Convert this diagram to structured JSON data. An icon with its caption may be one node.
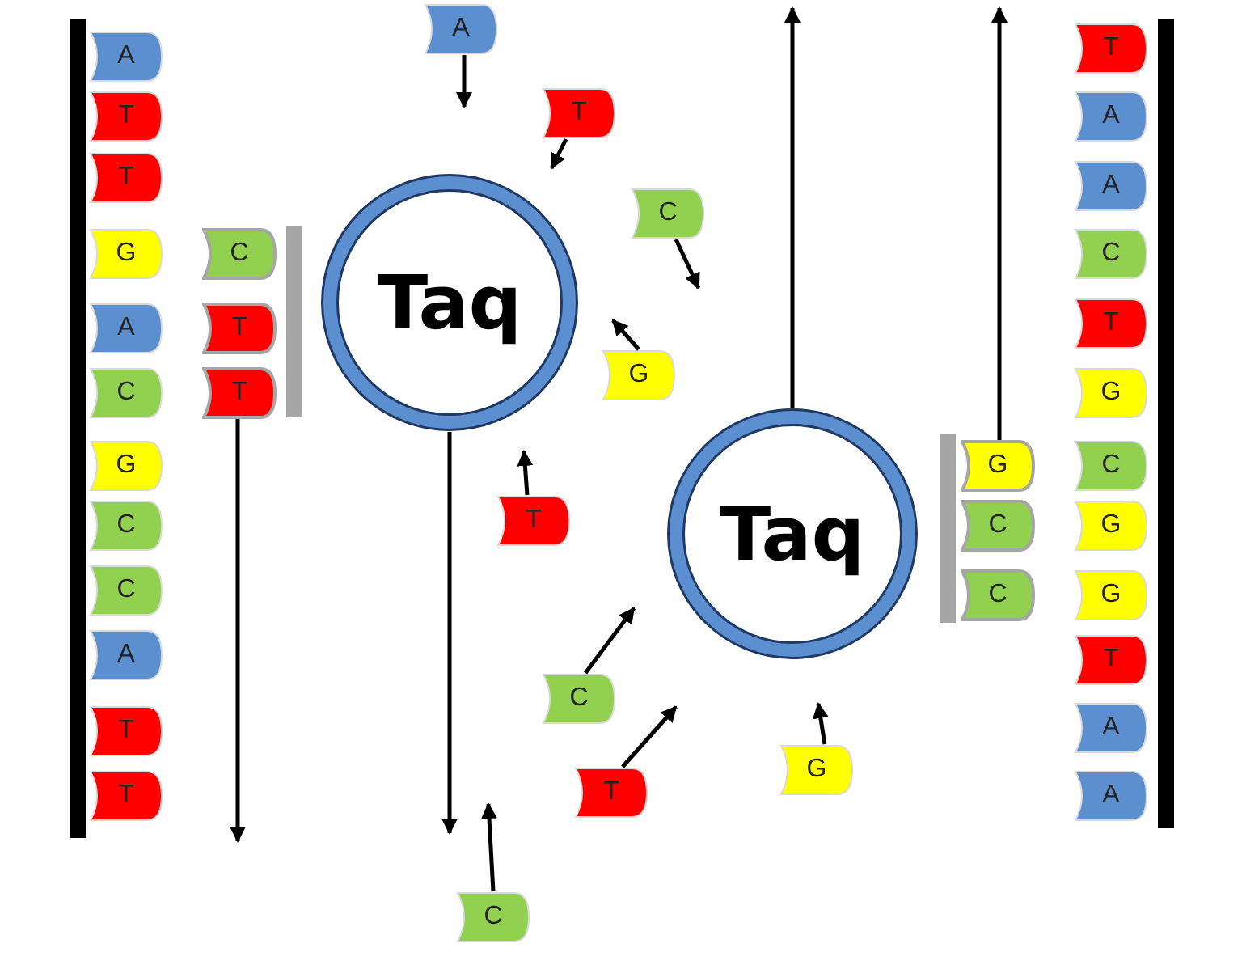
{
  "diagram": {
    "nodes": [
      {
        "text": [
          "A"
        ]
      },
      {
        "text": [
          "T"
        ]
      },
      {
        "text": [
          "T"
        ]
      },
      {
        "text": [
          "G"
        ]
      },
      {
        "text": [
          "A"
        ]
      },
      {
        "text": [
          "C"
        ]
      },
      {
        "text": [
          "G"
        ]
      },
      {
        "text": [
          "C"
        ]
      },
      {
        "text": [
          "C"
        ]
      },
      {
        "text": [
          "A"
        ]
      },
      {
        "text": [
          "T"
        ]
      },
      {
        "text": [
          "T"
        ]
      },
      {
        "text": [
          "C"
        ]
      },
      {
        "text": [
          "T"
        ]
      },
      {
        "text": [
          "T"
        ]
      },
      {
        "text": [
          "Taq"
        ]
      },
      {
        "text": [
          "Taq"
        ]
      },
      {
        "text": [
          "G"
        ]
      },
      {
        "text": [
          "C"
        ]
      },
      {
        "text": [
          "C"
        ]
      },
      {
        "text": [
          "T"
        ]
      },
      {
        "text": [
          "A"
        ]
      },
      {
        "text": [
          "A"
        ]
      },
      {
        "text": [
          "C"
        ]
      },
      {
        "text": [
          "T"
        ]
      },
      {
        "text": [
          "G"
        ]
      },
      {
        "text": [
          "C"
        ]
      },
      {
        "text": [
          "G"
        ]
      },
      {
        "text": [
          "G"
        ]
      },
      {
        "text": [
          "T"
        ]
      },
      {
        "text": [
          "A"
        ]
      },
      {
        "text": [
          "A"
        ]
      },
      {
        "text": [
          "A"
        ]
      },
      {
        "text": [
          "T"
        ]
      },
      {
        "text": [
          "C"
        ]
      },
      {
        "text": [
          "G"
        ]
      },
      {
        "text": [
          "T"
        ]
      },
      {
        "text": [
          "C"
        ]
      },
      {
        "text": [
          "G"
        ]
      },
      {
        "text": [
          "T"
        ]
      },
      {
        "text": [
          "C"
        ]
      }
    ],
    "edges": [
      {
        "from": 14,
        "to": null,
        "arrow": "to"
      },
      {
        "from": 15,
        "to": null,
        "arrow": "to"
      },
      {
        "from": 16,
        "to": null,
        "arrow": "to"
      },
      {
        "from": 17,
        "to": null,
        "arrow": "to"
      },
      {
        "from": 32,
        "to": null,
        "arrow": "to"
      },
      {
        "from": 33,
        "to": null,
        "arrow": "to"
      },
      {
        "from": 34,
        "to": null,
        "arrow": "to"
      },
      {
        "from": 35,
        "to": null,
        "arrow": "to"
      },
      {
        "from": 36,
        "to": null,
        "arrow": "to"
      },
      {
        "from": 37,
        "to": null,
        "arrow": "to"
      },
      {
        "from": 38,
        "to": null,
        "arrow": "to"
      },
      {
        "from": 39,
        "to": null,
        "arrow": "to"
      },
      {
        "from": 40,
        "to": null,
        "arrow": "to"
      }
    ]
  }
}
